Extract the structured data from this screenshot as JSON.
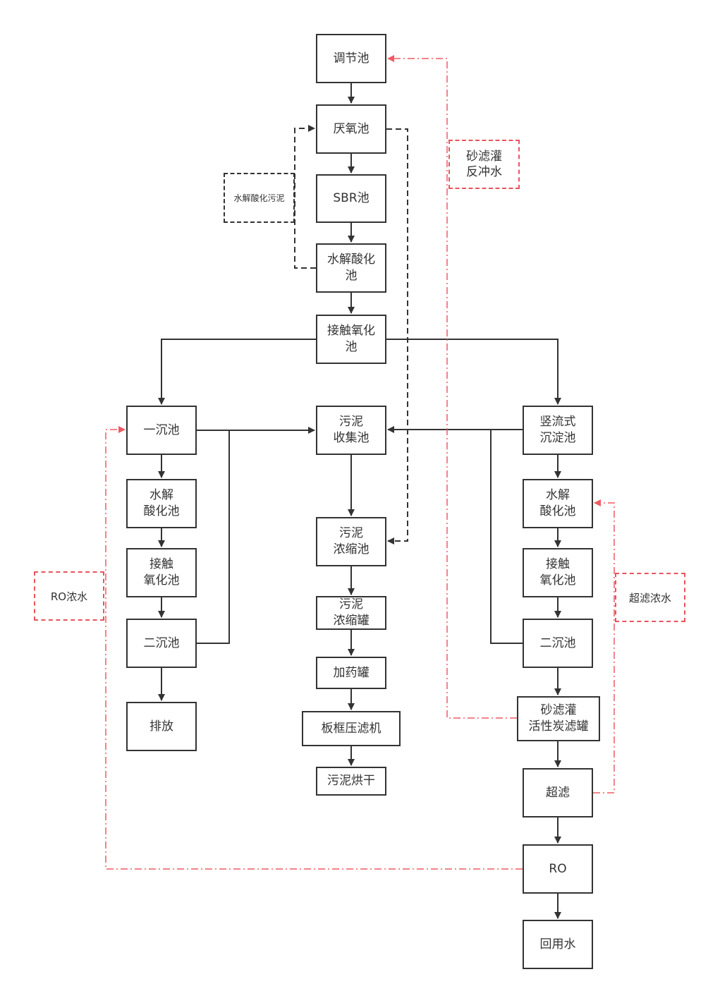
{
  "colors": {
    "line": "#333333",
    "recycle": "#ee5b63"
  },
  "nodes": {
    "tiaojiechi": "调节池",
    "yanyangchi": "厌氧池",
    "sbr": "SBR池",
    "shuijie_top": "水解酸化\n池",
    "jiechu_top": "接触氧化\n池",
    "yichenchi": "一沉池",
    "shuijie_left": "水解\n酸化池",
    "jiechu_left": "接触\n氧化池",
    "erchen_left": "二沉池",
    "paifang": "排放",
    "wuni_shouji": "污泥\n收集池",
    "wuni_nongsuo_chi": "污泥\n浓缩池",
    "wuni_nongsuo_guan": "污泥\n浓缩罐",
    "jiayao": "加药罐",
    "banjuang": "板框压滤机",
    "wuni_honggan": "污泥烘干",
    "shuxing": "竖流式\n沉淀池",
    "shuijie_right": "水解\n酸化池",
    "jiechu_right": "接触\n氧化池",
    "erchen_right": "二沉池",
    "shalv": "砂滤灌\n活性炭滤罐",
    "chaolv": "超滤",
    "ro": "RO",
    "huiyong": "回用水"
  },
  "notes": {
    "sludge_return": "水解酸化污泥",
    "backwash": "砂滤灌\n反冲水",
    "ro_concentrate": "RO浓水",
    "uf_concentrate": "超滤浓水"
  }
}
